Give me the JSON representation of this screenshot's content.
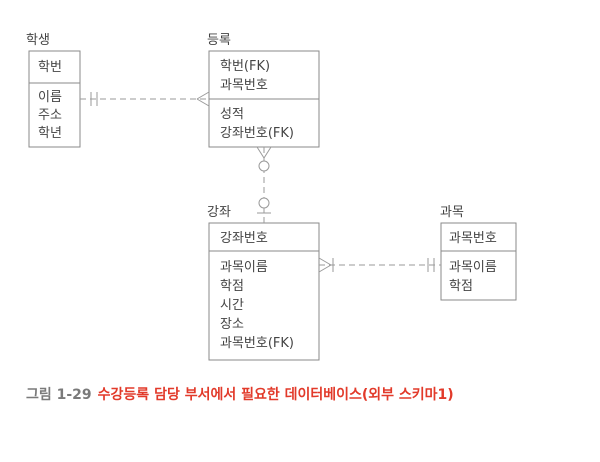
{
  "entities": {
    "student": {
      "name": "학생",
      "key": [
        "학번"
      ],
      "attrs": [
        "이름",
        "주소",
        "학년"
      ]
    },
    "enrollment": {
      "name": "등록",
      "key": [
        "학번(FK)",
        "과목번호"
      ],
      "attrs": [
        "성적",
        "강좌번호(FK)"
      ]
    },
    "lecture": {
      "name": "강좌",
      "key": [
        "강좌번호"
      ],
      "attrs": [
        "과목이름",
        "학점",
        "시간",
        "장소",
        "과목번호(FK)"
      ]
    },
    "subject": {
      "name": "과목",
      "key": [
        "과목번호"
      ],
      "attrs": [
        "과목이름",
        "학점"
      ]
    }
  },
  "caption": {
    "number": "그림 1-29",
    "text": "수강등록 담당 부서에서 필요한 데이터베이스(외부 스키마1)"
  }
}
